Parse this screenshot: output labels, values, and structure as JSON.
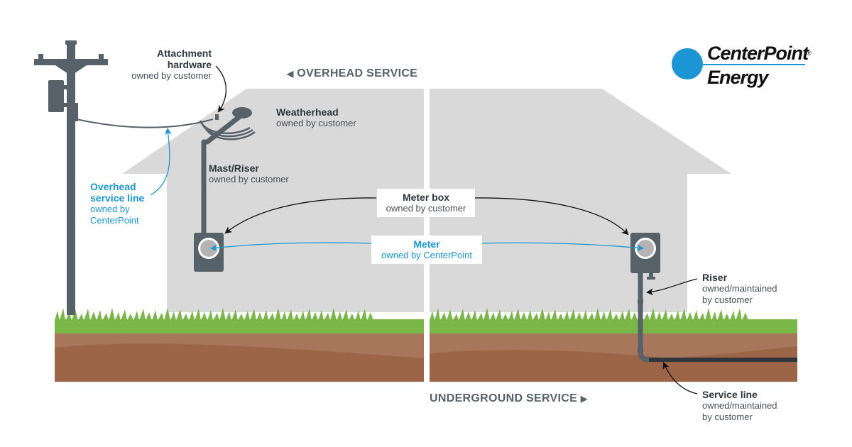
{
  "sections": {
    "overhead": "OVERHEAD SERVICE",
    "underground": "UNDERGROUND SERVICE"
  },
  "icons": {
    "overhead_arrow": "◀",
    "underground_arrow": "▶"
  },
  "logo": {
    "line1": "CenterPoint",
    "line2": "Energy",
    "registered": "®"
  },
  "labels": {
    "attachment_hardware": {
      "title_line1": "Attachment",
      "title_line2": "hardware",
      "owner": "owned by customer"
    },
    "weatherhead": {
      "title": "Weatherhead",
      "owner": "owned by customer"
    },
    "mast_riser": {
      "title": "Mast/Riser",
      "owner": "owned by customer"
    },
    "overhead_service_line": {
      "title_line1": "Overhead",
      "title_line2": "service line",
      "owner_line1": "owned by",
      "owner_line2": "CenterPoint"
    },
    "meter_box": {
      "title": "Meter box",
      "owner": "owned by customer"
    },
    "meter": {
      "title": "Meter",
      "owner": "owned by CenterPoint"
    },
    "riser": {
      "title": "Riser",
      "owner_line1": "owned/maintained",
      "owner_line2": "by customer"
    },
    "service_line": {
      "title": "Service line",
      "owner_line1": "owned/maintained",
      "owner_line2": "by customer"
    }
  },
  "colors": {
    "brand_blue": "#1b95d3",
    "equipment_gray": "#56616a",
    "house_gray": "#d9d9d9",
    "grass_green": "#7ab648",
    "soil_light": "#a8765b",
    "soil_dark": "#9c6548",
    "text_dark": "#2f363d"
  }
}
